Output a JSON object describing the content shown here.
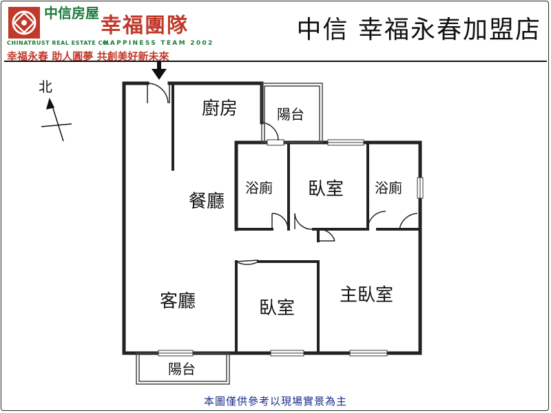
{
  "header": {
    "brand_cn": "中信房屋",
    "brand_en": "CHINATRUST REAL ESTATE CO.",
    "team_cn": "幸福團隊",
    "team_en": "HAPPINESS TEAM 2002",
    "slogan": "幸福永春 助人圓夢 共創美好新未來",
    "store_name": "中信 幸福永春加盟店"
  },
  "compass": {
    "label": "北"
  },
  "rooms": {
    "kitchen": "廚房",
    "balcony_top": "陽台",
    "dining": "餐廳",
    "living": "客廳",
    "bath_left": "浴廁",
    "bedroom_mid": "臥室",
    "bath_right": "浴廁",
    "bedroom_bottom": "臥室",
    "master_bedroom": "主臥室",
    "balcony_bottom": "陽台"
  },
  "footer": {
    "note": "本圖僅供參考以現場實景為主"
  },
  "colors": {
    "brand_red": "#c0392b",
    "brand_green": "#1b7a3a",
    "note_blue": "#1a2a8a",
    "wall": "#222222"
  }
}
